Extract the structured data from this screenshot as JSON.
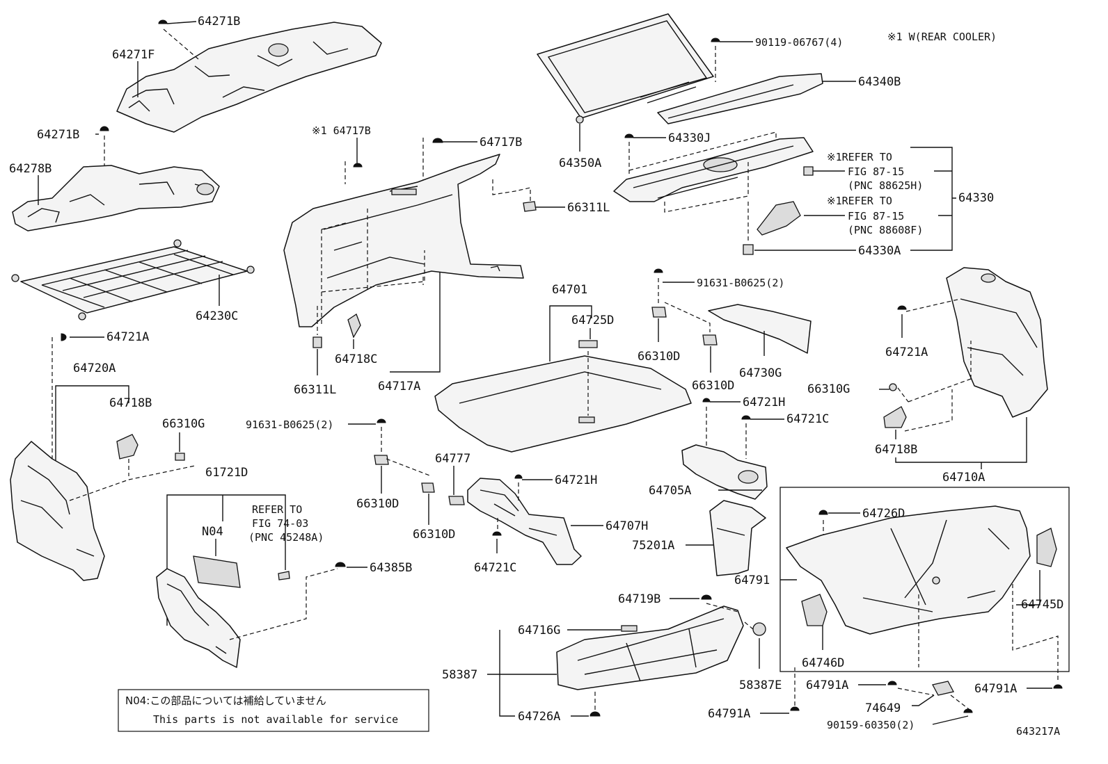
{
  "note_top_right": "※1 W(REAR COOLER)",
  "drawing_code": "643217A",
  "footnote": {
    "line1": "N04:この部品については補給していません",
    "line2": "This parts is not available for service"
  },
  "refs": {
    "ref1_l1": "※1REFER TO",
    "ref1_l2": "FIG 87-15",
    "ref1_l3": "(PNC 88625H)",
    "ref2_l1": "※1REFER TO",
    "ref2_l2": "FIG 87-15",
    "ref2_l3": "(PNC 88608F)",
    "ref3_l1": "REFER TO",
    "ref3_l2": "FIG 74-03",
    "ref3_l3": "(PNC 45248A)"
  },
  "labels": {
    "p64271B_a": "64271B",
    "p64271F": "64271F",
    "p64271B_b": "64271B",
    "p64278B": "64278B",
    "p64230C": "64230C",
    "p64721A_l": "64721A",
    "p64720A": "64720A",
    "p64718B_l": "64718B",
    "p66310G_l": "66310G",
    "p61721D": "61721D",
    "pN04": "N04",
    "p64717B_a": "※1 64717B",
    "p64717B_b": "64717B",
    "p66311L_a": "66311L",
    "p66311L_b": "66311L",
    "p64718C": "64718C",
    "p64717A": "64717A",
    "p91631_a": "91631-B0625(2)",
    "p66310D_a": "66310D",
    "p66310D_b": "66310D",
    "p64777": "64777",
    "p64721H_a": "64721H",
    "p64707H": "64707H",
    "p64721C_a": "64721C",
    "p64385B": "64385B",
    "p64350A": "64350A",
    "p90119": "90119-06767(4)",
    "p64340B": "64340B",
    "p64330J": "64330J",
    "p64330": "64330",
    "p64330A": "64330A",
    "p64701": "64701",
    "p64725D": "64725D",
    "p91631_b": "91631-B0625(2)",
    "p66310D_c": "66310D",
    "p66310D_d": "66310D",
    "p64730G": "64730G",
    "p64721H_b": "64721H",
    "p64721C_b": "64721C",
    "p64705A": "64705A",
    "p75201A": "75201A",
    "p64721A_r": "64721A",
    "p66310G_r": "66310G",
    "p64718B_r": "64718B",
    "p64710A": "64710A",
    "p64726D": "64726D",
    "p64791": "64791",
    "p64745D": "64745D",
    "p64746D": "64746D",
    "p64719B": "64719B",
    "p64716G": "64716G",
    "p58387": "58387",
    "p64726A": "64726A",
    "p58387E": "58387E",
    "p64791A_a": "64791A",
    "p64791A_b": "64791A",
    "p64791A_c": "64791A",
    "p74649": "74649",
    "p90159": "90159-60350(2)"
  }
}
